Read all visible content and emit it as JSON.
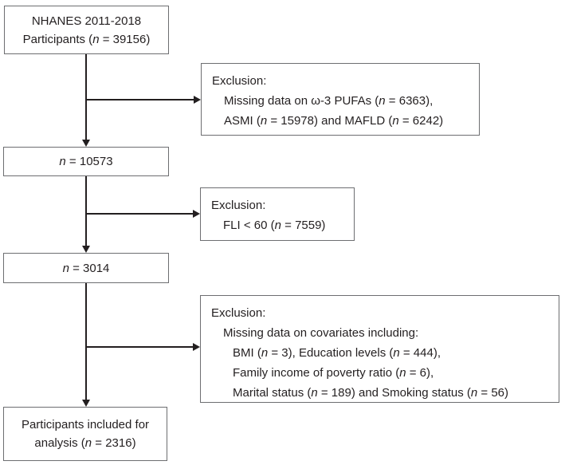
{
  "diagram": {
    "title": "NHANES participant selection flowchart",
    "colors": {
      "border": "#6d6e71",
      "line": "#231f20",
      "text": "#231f20",
      "background": "#ffffff"
    },
    "boxes": {
      "top": {
        "lines": [
          {
            "segments": [
              {
                "t": "NHANES 2011-2018"
              }
            ]
          },
          {
            "segments": [
              {
                "t": "Participants ("
              },
              {
                "t": "n",
                "i": true
              },
              {
                "t": " = 39156)"
              }
            ]
          }
        ]
      },
      "excl1": {
        "lines": [
          {
            "segments": [
              {
                "t": "Exclusion:"
              }
            ]
          },
          {
            "segments": [
              {
                "t": "Missing data on ω-3 PUFAs ("
              },
              {
                "t": "n",
                "i": true
              },
              {
                "t": " = 6363),"
              }
            ]
          },
          {
            "segments": [
              {
                "t": "ASMI ("
              },
              {
                "t": "n",
                "i": true
              },
              {
                "t": " = 15978) and MAFLD ("
              },
              {
                "t": "n",
                "i": true
              },
              {
                "t": " = 6242)"
              }
            ]
          }
        ]
      },
      "n10573": {
        "lines": [
          {
            "segments": [
              {
                "t": "n",
                "i": true
              },
              {
                "t": " = 10573"
              }
            ]
          }
        ]
      },
      "excl2": {
        "lines": [
          {
            "segments": [
              {
                "t": "Exclusion:"
              }
            ]
          },
          {
            "segments": [
              {
                "t": "FLI < 60 ("
              },
              {
                "t": "n",
                "i": true
              },
              {
                "t": " = 7559)"
              }
            ]
          }
        ]
      },
      "n3014": {
        "lines": [
          {
            "segments": [
              {
                "t": "n",
                "i": true
              },
              {
                "t": " = 3014"
              }
            ]
          }
        ]
      },
      "excl3": {
        "lines": [
          {
            "segments": [
              {
                "t": "Exclusion:"
              }
            ]
          },
          {
            "segments": [
              {
                "t": "Missing data on covariates including:"
              }
            ]
          },
          {
            "segments": [
              {
                "t": "BMI ("
              },
              {
                "t": "n",
                "i": true
              },
              {
                "t": " = 3), Education levels ("
              },
              {
                "t": "n",
                "i": true
              },
              {
                "t": " = 444),"
              }
            ]
          },
          {
            "segments": [
              {
                "t": "Family income of poverty ratio ("
              },
              {
                "t": "n",
                "i": true
              },
              {
                "t": " = 6),"
              }
            ]
          },
          {
            "segments": [
              {
                "t": "Marital status ("
              },
              {
                "t": "n",
                "i": true
              },
              {
                "t": " = 189) and Smoking status ("
              },
              {
                "t": "n",
                "i": true
              },
              {
                "t": " = 56)"
              }
            ]
          }
        ]
      },
      "final": {
        "lines": [
          {
            "segments": [
              {
                "t": "Participants included for"
              }
            ]
          },
          {
            "segments": [
              {
                "t": "analysis ("
              },
              {
                "t": "n",
                "i": true
              },
              {
                "t": " = 2316)"
              }
            ]
          }
        ]
      }
    }
  }
}
